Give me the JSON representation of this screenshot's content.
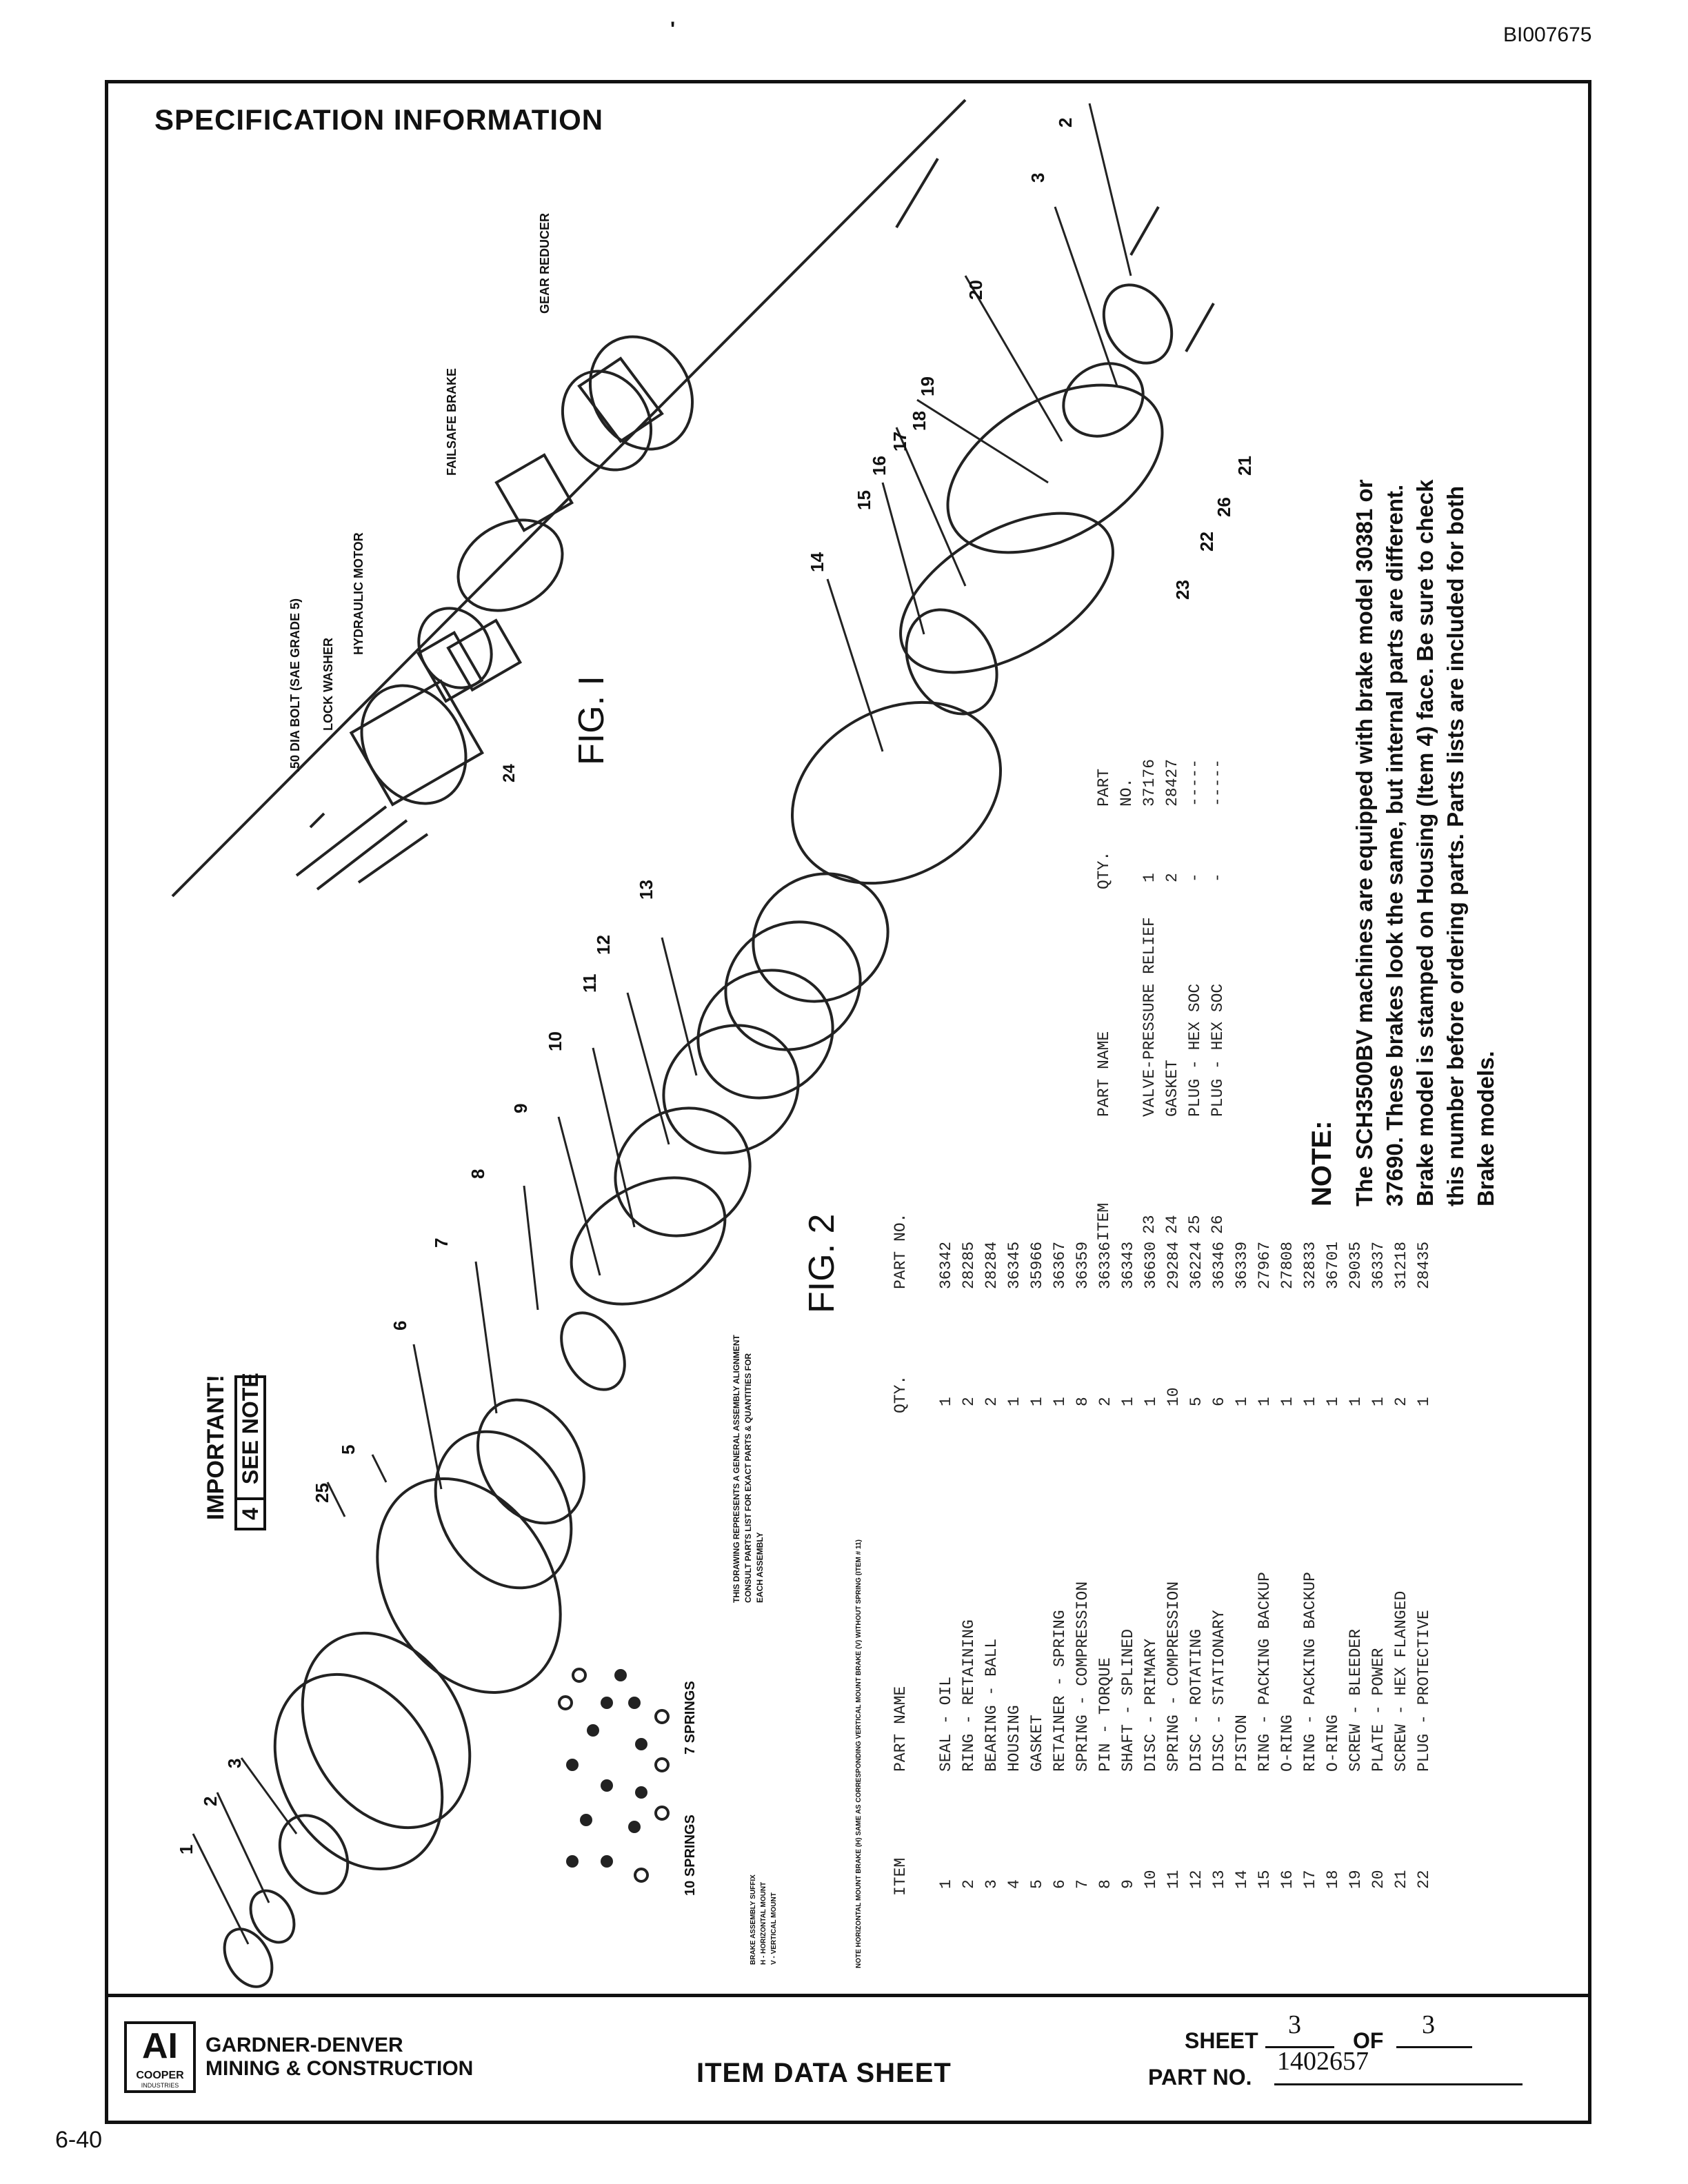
{
  "header": {
    "doc_id": "BI007675",
    "tick": "'"
  },
  "page_number": "6-40",
  "spec_title": "SPECIFICATION INFORMATION",
  "fig1": {
    "label": "FIG. I",
    "callouts": {
      "bolt": ".50 DIA BOLT (SAE GRADE 5)",
      "washer": "LOCK WASHER",
      "motor": "HYDRAULIC MOTOR",
      "brake": "FAILSAFE BRAKE",
      "reducer": "GEAR REDUCER"
    },
    "item_24": "24"
  },
  "fig2": {
    "label": "FIG. 2"
  },
  "important": {
    "title": "IMPORTANT!",
    "box_num": "4",
    "see_note": "SEE NOTE"
  },
  "springs": {
    "ten": "10 SPRINGS",
    "seven": "7 SPRINGS"
  },
  "assembly_note": [
    "THIS DRAWING REPRESENTS A GENERAL ASSEMBLY ALIGNMENT",
    "CONSULT PARTS LIST FOR EXACT PARTS & QUANTITIES FOR",
    "EACH ASSEMBLY"
  ],
  "suffix_note": [
    "BRAKE ASSEMBLY SUFFIX",
    "H - HORIZONTAL MOUNT",
    "V - VERTICAL MOUNT"
  ],
  "mount_note": "NOTE  HORIZONTAL MOUNT BRAKE (H) SAME AS CORRESPONDING VERTICAL MOUNT BRAKE (V) WITHOUT SPRING (ITEM # 11)",
  "item_numbers": [
    "1",
    "2",
    "3",
    "25",
    "5",
    "6",
    "7",
    "8",
    "9",
    "10",
    "11",
    "12",
    "13",
    "14",
    "15",
    "16",
    "17",
    "18",
    "19",
    "20",
    "3",
    "2",
    "21",
    "26",
    "22",
    "23"
  ],
  "table_headers": {
    "item": "ITEM",
    "name": "PART NAME",
    "qty": "QTY.",
    "part": "PART NO."
  },
  "parts": [
    {
      "item": "1",
      "name": "SEAL - OIL",
      "qty": "1",
      "part": "36342"
    },
    {
      "item": "2",
      "name": "RING - RETAINING",
      "qty": "2",
      "part": "28285"
    },
    {
      "item": "3",
      "name": "BEARING - BALL",
      "qty": "2",
      "part": "28284"
    },
    {
      "item": "4",
      "name": "HOUSING",
      "qty": "1",
      "part": "36345"
    },
    {
      "item": "5",
      "name": "GASKET",
      "qty": "1",
      "part": "35966"
    },
    {
      "item": "6",
      "name": "RETAINER - SPRING",
      "qty": "1",
      "part": "36367"
    },
    {
      "item": "7",
      "name": "SPRING - COMPRESSION",
      "qty": "8",
      "part": "36359"
    },
    {
      "item": "8",
      "name": "PIN - TORQUE",
      "qty": "2",
      "part": "36336"
    },
    {
      "item": "9",
      "name": "SHAFT - SPLINED",
      "qty": "1",
      "part": "36343"
    },
    {
      "item": "10",
      "name": "DISC - PRIMARY",
      "qty": "1",
      "part": "36630"
    },
    {
      "item": "11",
      "name": "SPRING - COMPRESSION",
      "qty": "10",
      "part": "29284"
    },
    {
      "item": "12",
      "name": "DISC - ROTATING",
      "qty": "5",
      "part": "36224"
    },
    {
      "item": "13",
      "name": "DISC - STATIONARY",
      "qty": "6",
      "part": "36346"
    },
    {
      "item": "14",
      "name": "PISTON",
      "qty": "1",
      "part": "36339"
    },
    {
      "item": "15",
      "name": "RING - PACKING BACKUP",
      "qty": "1",
      "part": "27967"
    },
    {
      "item": "16",
      "name": "O-RING",
      "qty": "1",
      "part": "27808"
    },
    {
      "item": "17",
      "name": "RING - PACKING BACKUP",
      "qty": "1",
      "part": "32833"
    },
    {
      "item": "18",
      "name": "O-RING",
      "qty": "1",
      "part": "36701"
    },
    {
      "item": "19",
      "name": "SCREW - BLEEDER",
      "qty": "1",
      "part": "29035"
    },
    {
      "item": "20",
      "name": "PLATE - POWER",
      "qty": "1",
      "part": "36337"
    },
    {
      "item": "21",
      "name": "SCREW - HEX FLANGED",
      "qty": "2",
      "part": "31218"
    },
    {
      "item": "22",
      "name": "PLUG - PROTECTIVE",
      "qty": "1",
      "part": "28435"
    }
  ],
  "parts2": [
    {
      "item": "23",
      "name": "VALVE-PRESSURE RELIEF",
      "qty": "1",
      "part": "37176"
    },
    {
      "item": "24",
      "name": "GASKET",
      "qty": "2",
      "part": "28427"
    },
    {
      "item": "25",
      "name": "PLUG - HEX SOC",
      "qty": "-",
      "part": "-----"
    },
    {
      "item": "26",
      "name": "PLUG - HEX SOC",
      "qty": "-",
      "part": "-----"
    }
  ],
  "note": {
    "title": "NOTE:",
    "lines": [
      "The SCH3500BV machines are equipped with brake model 30381 or",
      "37690.  These brakes look the same, but internal parts are different.",
      "Brake model is stamped on Housing (Item 4) face.  Be sure to check",
      "this number before ordering parts.  Parts lists are included for both",
      "Brake models."
    ]
  },
  "footer": {
    "logo_mark": "AI",
    "logo_cooper": "COOPER",
    "logo_industries": "INDUSTRIES",
    "company_line1": "GARDNER-DENVER",
    "company_line2": "MINING & CONSTRUCTION",
    "title": "ITEM DATA SHEET",
    "sheet_label": "SHEET",
    "sheet_num": "3",
    "of_label": "OF",
    "sheet_total": "3",
    "part_label": "PART NO.",
    "part_no": "1402657"
  }
}
